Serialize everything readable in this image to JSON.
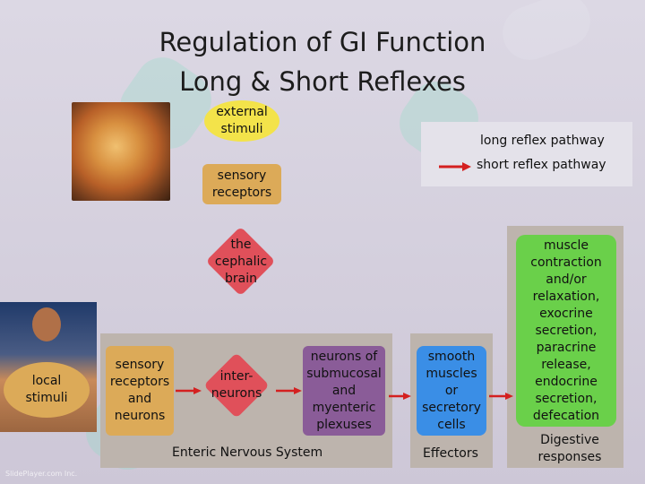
{
  "title": {
    "line1": "Regulation of GI Function",
    "line2": "Long & Short Reflexes"
  },
  "legend": {
    "long": "long reflex pathway",
    "short": "short reflex pathway"
  },
  "nodes": {
    "external_stimuli": "external\nstimuli",
    "sensory_receptors": "sensory\nreceptors",
    "cephalic_brain": "the\ncephalic\nbrain",
    "local_stimuli": "local\nstimuli",
    "sensory_receptors_neurons": "sensory\nreceptors\nand\nneurons",
    "interneurons": "inter-\nneurons",
    "plexuses": "neurons of\nsubmucosal\nand\nmyenteric\nplexuses",
    "smooth_muscles": "smooth\nmuscles\nor\nsecretory\ncells",
    "responses": "muscle\ncontraction\nand/or\nrelaxation,\nexocrine\nsecretion,\nparacrine\nrelease,\nendocrine\nsecretion,\ndefecation"
  },
  "captions": {
    "ens": "Enteric Nervous System",
    "effectors": "Effectors",
    "digestive": "Digestive\nresponses"
  },
  "watermark": "SlidePlayer.com Inc.",
  "colors": {
    "yellow": "#f3e34a",
    "tan": "#dcaa58",
    "red": "#e0505a",
    "purple": "#8a5c98",
    "blue": "#3a8ee6",
    "green": "#6ad04a",
    "panel": "#bdb4ad",
    "arrow": "#d42020"
  }
}
